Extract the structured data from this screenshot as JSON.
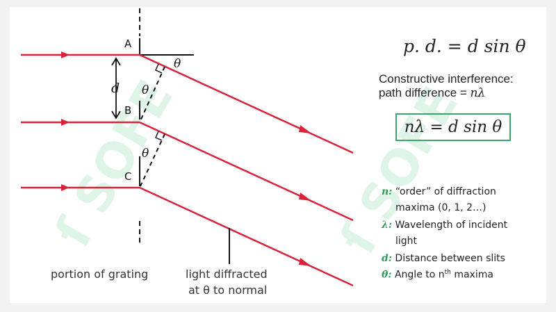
{
  "diagram": {
    "point_labels": [
      "A",
      "B",
      "C"
    ],
    "separation_label": "d",
    "angle_label": "θ",
    "caption_left": "portion of grating",
    "caption_right_line1": "light diffracted",
    "caption_right_line2": "at θ to normal",
    "colors": {
      "ray": "#d8233a",
      "line": "#111111",
      "accent": "#3aa56a",
      "watermark": "#3fbf73"
    }
  },
  "equations": {
    "path_difference": "p. d. = d sin θ",
    "constructive_line1": "Constructive interference:",
    "constructive_line2_text": "path difference = ",
    "constructive_line2_symbol": "nλ",
    "boxed": "nλ = d sin θ"
  },
  "legend": [
    {
      "key": "n:",
      "text": "“order” of diffraction",
      "cont": "maxima (0, 1, 2…)"
    },
    {
      "key": "λ:",
      "text": "Wavelength of incident",
      "cont": "light"
    },
    {
      "key": "d:",
      "text": "Distance between slits"
    },
    {
      "key": "θ:",
      "text": "Angle to n",
      "sup": "th",
      "after": " maxima"
    }
  ]
}
